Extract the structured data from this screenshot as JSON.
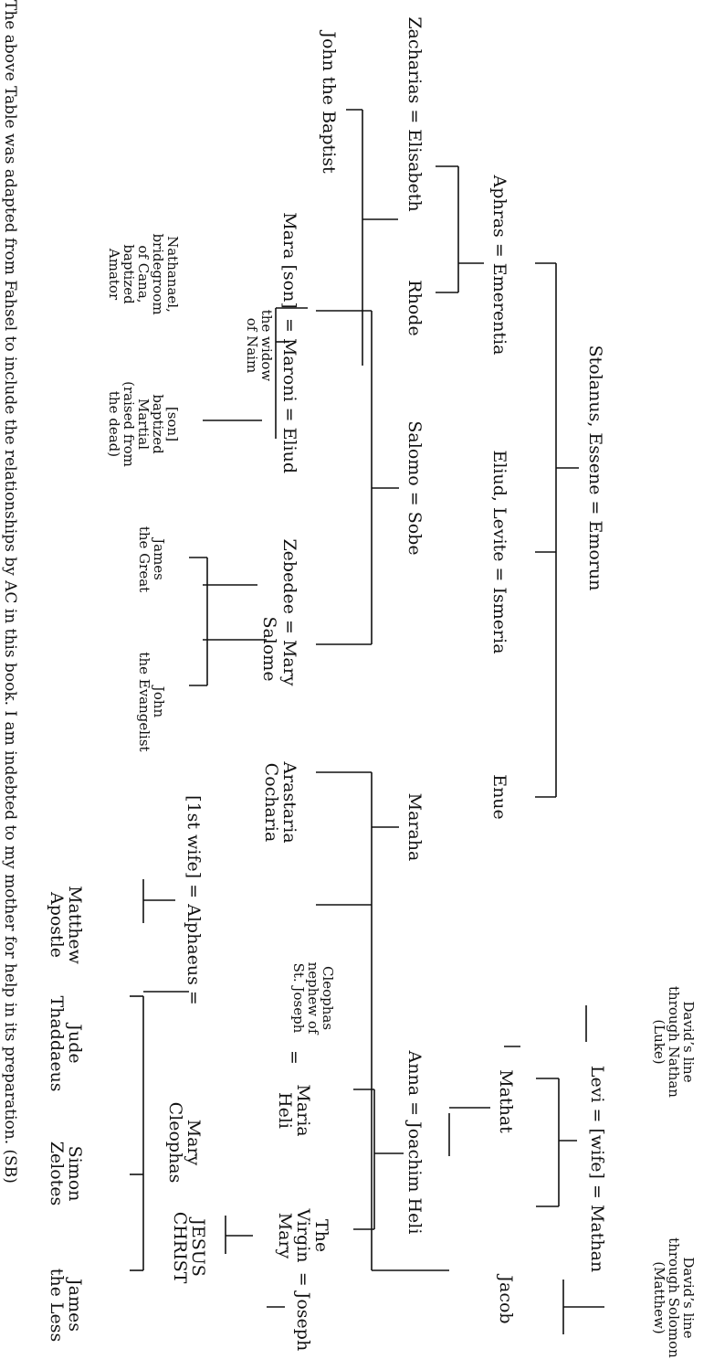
{
  "labels": {
    "stolanus": "Stolanus, Essene = Emorun",
    "aphras": "Aphras = Emerentia",
    "eliud_levite": "Eliud, Levite = Ismeria",
    "enue": "Enue",
    "zacharias": "Zacharias = Elisabeth",
    "rhode": "Rhode",
    "john_baptist": "John the Baptist",
    "salomo": "Salomo = Sobe",
    "maraha": "Maraha",
    "mara": "Mara [son]",
    "maroni_eliud": "= Maroni = Eliud",
    "maroni_note": [
      "the widow",
      "of Naim"
    ],
    "nathanael": [
      "Nathanael,",
      "bridegroom",
      "of Cana,",
      "baptized",
      "Amator"
    ],
    "martial": [
      "[son]",
      "baptized",
      "Martial",
      "(raised from",
      "the dead)"
    ],
    "zebedee": "Zebedee = Mary",
    "salome": "Salome",
    "james_great": [
      "James",
      "the Great"
    ],
    "john_evangelist": [
      "John",
      "the Evangelist"
    ],
    "arastaria": [
      "Arastaria",
      "Cocharia"
    ],
    "first_wife": "[1st wife] = Alphaeus =",
    "mary_cleophas": [
      "Mary",
      "Cleophas"
    ],
    "matthew": [
      "Matthew",
      "Apostle"
    ],
    "jude": [
      "Jude",
      "Thaddaeus"
    ],
    "simon": [
      "Simon",
      "Zelotes"
    ],
    "james_less": [
      "James",
      "the Less"
    ],
    "davids_luke": [
      "David’s line",
      "through Nathan",
      "(Luke)"
    ],
    "davids_matthew": [
      "David’s line",
      "through Solomon",
      "(Matthew)"
    ],
    "levi_mathan": "Levi = [wife] = Mathan",
    "mathat": "Mathat",
    "jacob": "Jacob",
    "anna_joachim": "Anna = Joachim Heli",
    "cleophas": [
      "Cleophas",
      "nephew of",
      "St. Joseph"
    ],
    "cleophas_eq": "=",
    "maria_heli": [
      "Maria",
      "Heli"
    ],
    "virgin": [
      "The",
      "Virgin",
      "Mary"
    ],
    "eq_joseph": "= Joseph",
    "jesus": [
      "JESUS",
      "CHRIST"
    ]
  },
  "caption": "The above Table was adapted from Fahsel to include the relationships by AC in this book. I am indebted to my mother for help in its preparation. (SB)"
}
